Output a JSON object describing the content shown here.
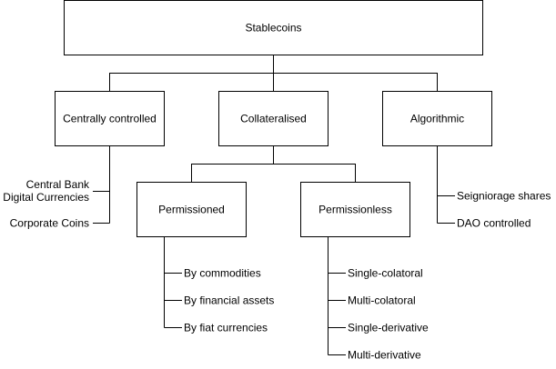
{
  "diagram": {
    "root": {
      "label": "Stablecoins"
    },
    "categories": {
      "centrally_controlled": {
        "label": "Centrally controlled",
        "items": [
          "Central Bank Digital Currencies",
          "Corporate Coins"
        ]
      },
      "collateralised": {
        "label": "Collateralised",
        "subcategories": {
          "permissioned": {
            "label": "Permissioned",
            "items": [
              "By commodities",
              "By financial assets",
              "By fiat currencies"
            ]
          },
          "permissionless": {
            "label": "Permissionless",
            "items": [
              "Single-colatoral",
              "Multi-colatoral",
              "Single-derivative",
              "Multi-derivative"
            ]
          }
        }
      },
      "algorithmic": {
        "label": "Algorithmic",
        "items": [
          "Seigniorage shares",
          "DAO controlled"
        ]
      }
    }
  }
}
